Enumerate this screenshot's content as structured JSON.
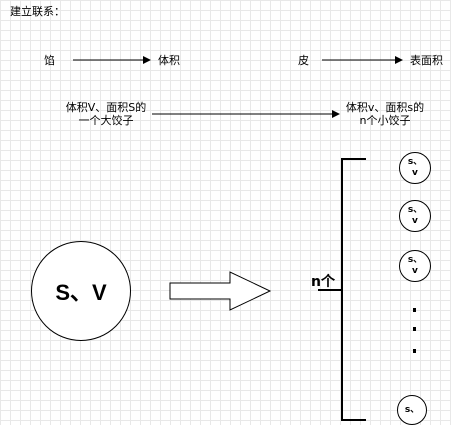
{
  "header": {
    "title": "建立联系："
  },
  "relations": {
    "filling": "馅",
    "volume": "体积",
    "skin": "皮",
    "surface_area": "表面积"
  },
  "big_dumpling": {
    "line1": "体积V、面积S的",
    "line2": "一个大饺子",
    "circle_label": "S、V"
  },
  "small_dumplings": {
    "line1": "体积v、面积s的",
    "line2": "n个小饺子",
    "count_label": "n个",
    "circle_line1": "s、",
    "circle_line2": "v",
    "ellipsis_dots": "⋮"
  }
}
